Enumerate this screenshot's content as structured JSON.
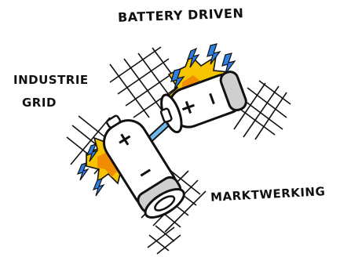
{
  "labels": {
    "title": "Battery Driven",
    "industrie_line1": "Industrie",
    "industrie_line2": "Grid",
    "marktwerking": "Marktwerking"
  },
  "icons": {
    "top_battery": "battery-icon",
    "bottom_battery": "battery-icon",
    "lightning": "lightning-bolt-icon",
    "spark": "spark-burst-icon"
  },
  "colors": {
    "ink": "#111111",
    "spark_yellow": "#f6c400",
    "spark_orange": "#f28c00",
    "bolt_blue": "#2f7fe0",
    "link_blue": "#6fb7e8",
    "battery_body": "#ffffff",
    "battery_shade": "#cfcfcf"
  }
}
